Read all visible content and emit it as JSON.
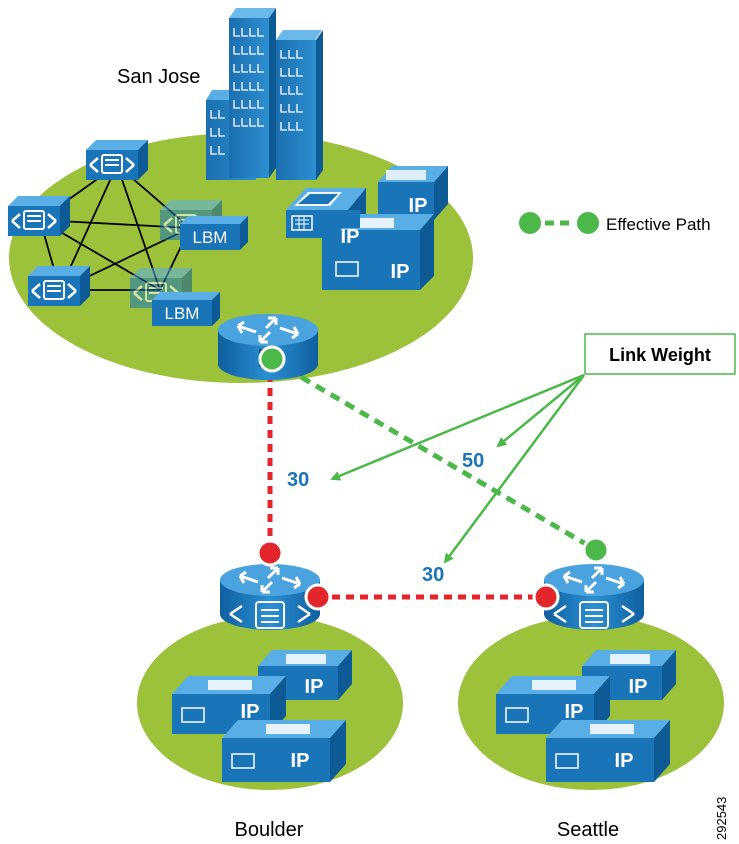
{
  "sites": {
    "hq": {
      "name": "San Jose"
    },
    "branch1": {
      "name": "Boulder"
    },
    "branch2": {
      "name": "Seattle"
    }
  },
  "devices": {
    "lbm_label": "LBM",
    "phone_label": "IP"
  },
  "legend": {
    "effective_path": "Effective Path"
  },
  "callout": {
    "title": "Link Weight"
  },
  "links": [
    {
      "from": "San Jose",
      "to": "Boulder",
      "weight": "30",
      "effective": false
    },
    {
      "from": "San Jose",
      "to": "Seattle",
      "weight": "50",
      "effective": true
    },
    {
      "from": "Boulder",
      "to": "Seattle",
      "weight": "30",
      "effective": false
    }
  ],
  "figure_id": "292543",
  "colors": {
    "site_fill": "#9cc13b",
    "device_blue": "#1a75b8",
    "effective_path": "#4cb84a",
    "blocked_path": "#e3262b",
    "weight_text": "#1a75b8"
  }
}
